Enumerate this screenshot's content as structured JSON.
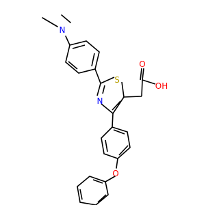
{
  "molecule": {
    "atoms": {
      "N1": {
        "symbol": "N",
        "color": "#0000ff"
      },
      "S1": {
        "symbol": "S",
        "color": "#b8a000"
      },
      "N2": {
        "symbol": "N",
        "color": "#0000ff"
      },
      "O1": {
        "symbol": "O",
        "color": "#ff0000"
      },
      "O2": {
        "symbol": "OH",
        "color": "#ff0000"
      },
      "O3": {
        "symbol": "O",
        "color": "#ff0000"
      }
    },
    "bond_color": "#000000"
  }
}
